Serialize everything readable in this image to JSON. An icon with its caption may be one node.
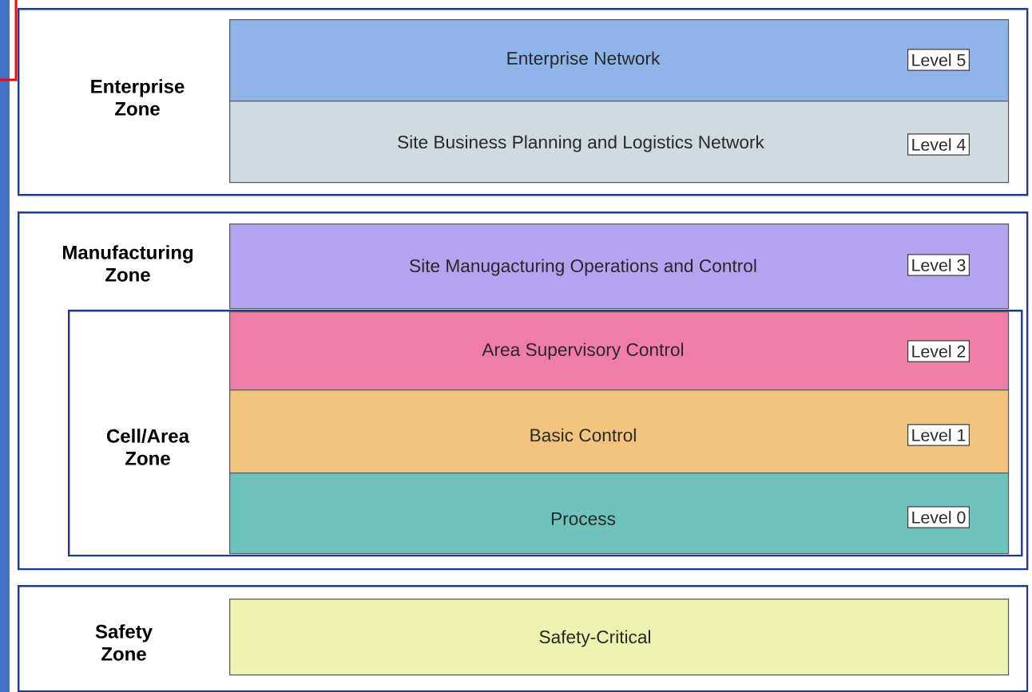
{
  "diagram": {
    "nodes": [
      {
        "text": [
          "Enterprise Zone"
        ]
      },
      {
        "text": [
          "Enterprise Network"
        ],
        "in": 0
      },
      {
        "text": [
          "Level 5"
        ],
        "in": 1
      },
      {
        "text": [
          "Site Business Planning and Logistics Network"
        ],
        "in": 0
      },
      {
        "text": [
          "Level 4"
        ],
        "in": 3
      },
      {
        "text": [
          "Manufacturing Zone"
        ]
      },
      {
        "text": [
          "Site Manugacturing Operations and Control"
        ],
        "in": 5
      },
      {
        "text": [
          "Level 3"
        ],
        "in": 6
      },
      {
        "text": [
          "Cell/Area Zone"
        ],
        "in": 5
      },
      {
        "text": [
          "Area Supervisory Control"
        ],
        "in": 8
      },
      {
        "text": [
          "Level 2"
        ],
        "in": 9
      },
      {
        "text": [
          "Basic Control"
        ],
        "in": 8
      },
      {
        "text": [
          "Level 1"
        ],
        "in": 11
      },
      {
        "text": [
          "Process"
        ],
        "in": 8
      },
      {
        "text": [
          "Level 0"
        ],
        "in": 13
      },
      {
        "text": [
          "Safety Zone"
        ]
      },
      {
        "text": [
          "Safety-Critical"
        ],
        "in": 15
      }
    ]
  }
}
